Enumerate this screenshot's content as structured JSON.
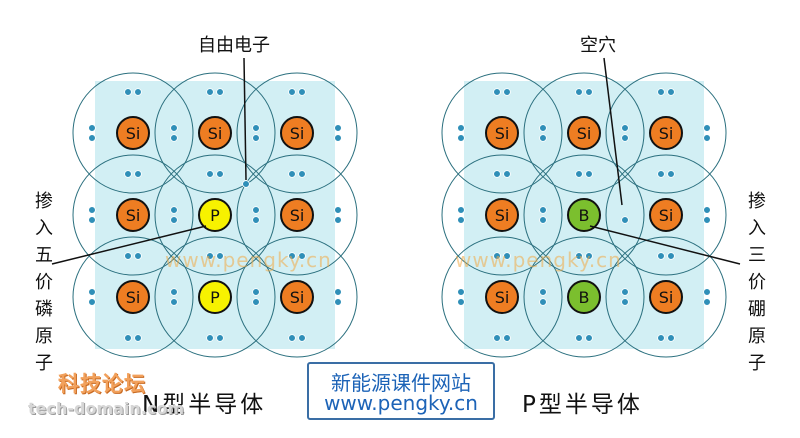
{
  "left_panel": {
    "atoms": [
      [
        "Si",
        "Si",
        "Si"
      ],
      [
        "Si",
        "P",
        "Si"
      ],
      [
        "Si",
        "P",
        "Si"
      ]
    ],
    "free_electron_label": "自由电子",
    "dopant_label": "掺入五价磷原子",
    "title": "N型半导体"
  },
  "right_panel": {
    "atoms": [
      [
        "Si",
        "Si",
        "Si"
      ],
      [
        "Si",
        "B",
        "Si"
      ],
      [
        "Si",
        "B",
        "Si"
      ]
    ],
    "hole_label": "空穴",
    "dopant_label": "掺入三价硼原子",
    "title": "P型半导体"
  },
  "watermark": "www.pengky.cn",
  "site_box": {
    "line1": "新能源课件网站",
    "line2": "www.pengky.cn"
  },
  "brand": {
    "chinese": "科技论坛",
    "english": "tech-domain.com"
  },
  "colors": {
    "background_tint": "#d2eff4",
    "silicon": "#ee7d22",
    "phosphorus": "#f7f200",
    "boron": "#7bbf2e",
    "electron": "#2f8fb8",
    "ring": "#2a6f7e"
  }
}
